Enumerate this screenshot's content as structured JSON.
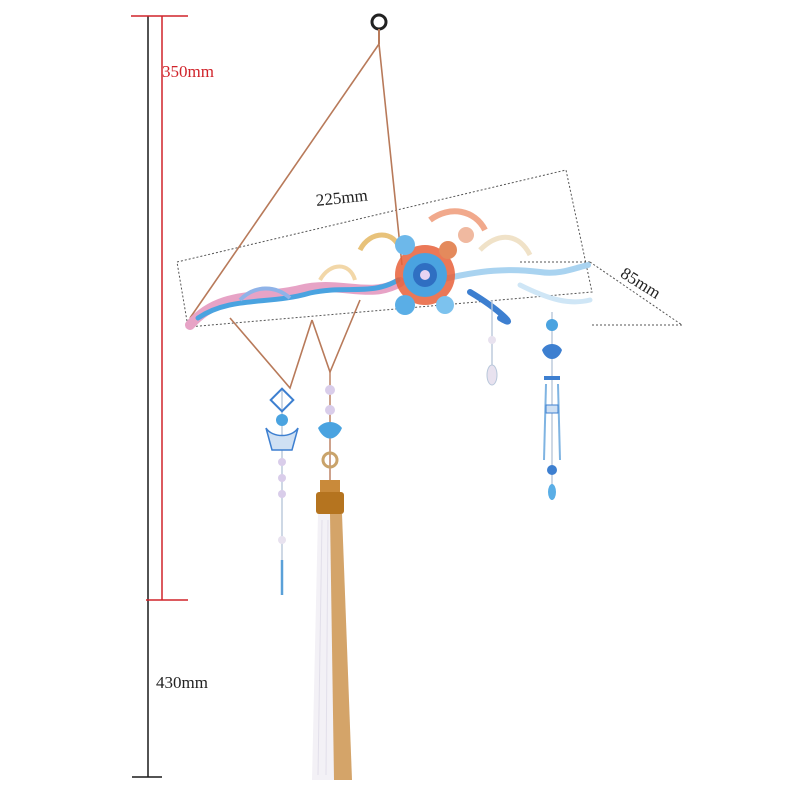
{
  "colors": {
    "accent_red": "#d0232a",
    "dimension_black": "#1a1a1a",
    "chain_copper": "#b87a5a",
    "enamel_blue": "#4aa3e0",
    "enamel_pink": "#e7a3c6",
    "enamel_orange": "#e8603a",
    "tassel_white": "#f3f1f6",
    "tassel_gold": "#c98a3a"
  },
  "dimensions": {
    "height_inner": "350mm",
    "height_total": "430mm",
    "width": "225mm",
    "depth": "85mm"
  },
  "icons": {
    "hook": "hook-icon",
    "flower": "flower-icon",
    "tassel": "tassel-icon"
  }
}
